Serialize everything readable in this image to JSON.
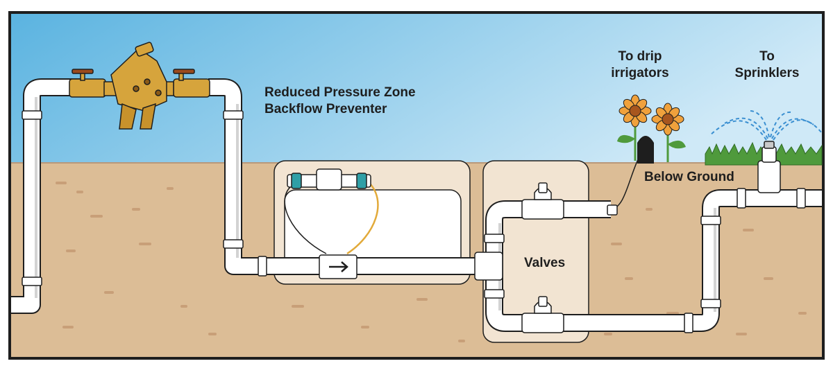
{
  "labels": {
    "rpz_line1": "Reduced Pressure Zone",
    "rpz_line2": "Backflow Preventer",
    "drip_line1": "To drip",
    "drip_line2": "irrigators",
    "sprinklers_line1": "To",
    "sprinklers_line2": "Sprinklers",
    "below_ground": "Below Ground",
    "valves": "Valves"
  },
  "colors": {
    "sky_top": "#5ab3e0",
    "sky_bottom": "#cfe9f7",
    "soil": "#dcbd96",
    "pipe": "#ffffff",
    "pipe_shade": "#d3d3d3",
    "outline": "#1e1e1e",
    "brass": "#d6a43c",
    "grass": "#4f9a3c",
    "flower_petal": "#f0a13c",
    "flower_center": "#a8561e",
    "spray": "#3a8fd1",
    "wire_yellow": "#e2aa3a",
    "sensor_teal": "#2f9fa6"
  },
  "icons": {
    "rpz_device": "backflow-preventer-icon",
    "flow_sensor": "flow-meter-icon",
    "flow_arrow": "arrow-right-icon",
    "drip_emitter": "drip-emitter-icon",
    "sprinkler_head": "sprinkler-head-icon",
    "flowers": "flower-icon"
  }
}
